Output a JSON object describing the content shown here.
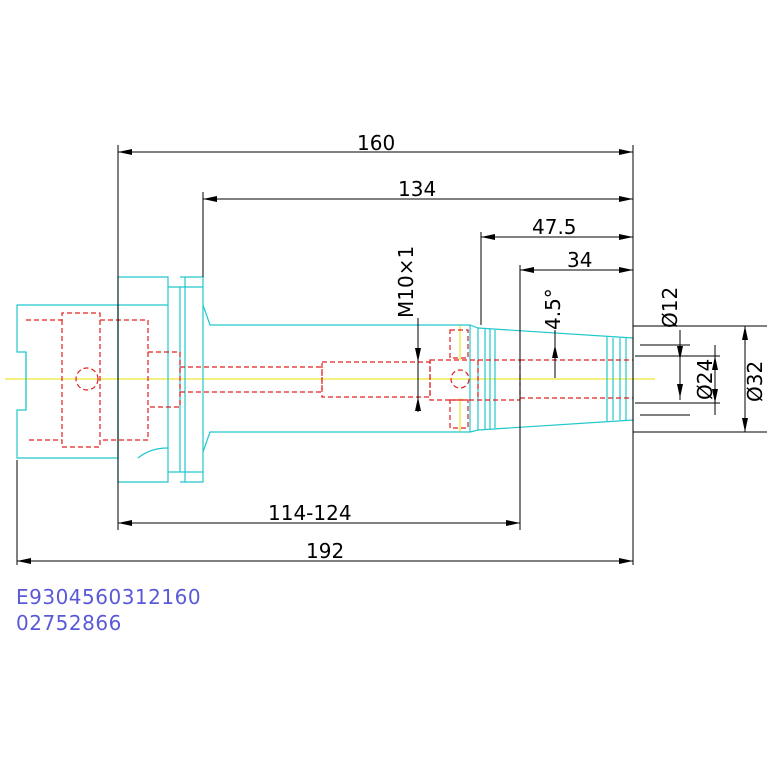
{
  "dimensions": {
    "overall_top": "160",
    "body_length": "134",
    "nose_length": "47.5",
    "taper_length": "34",
    "clamp_range": "114-124",
    "overall_bottom": "192",
    "thread": "M10×1",
    "taper_angle": "4.5°",
    "dia_small": "Ø12",
    "dia_mid": "Ø24",
    "dia_large": "Ø32"
  },
  "codes": {
    "part_number": "E9304560312160",
    "order_number": "02752866"
  },
  "colors": {
    "outline": "#22c8cc",
    "hidden_lines": "#e02020",
    "centerline": "#e8e000",
    "dimension": "#000000",
    "code_text": "#5a5ad8"
  }
}
